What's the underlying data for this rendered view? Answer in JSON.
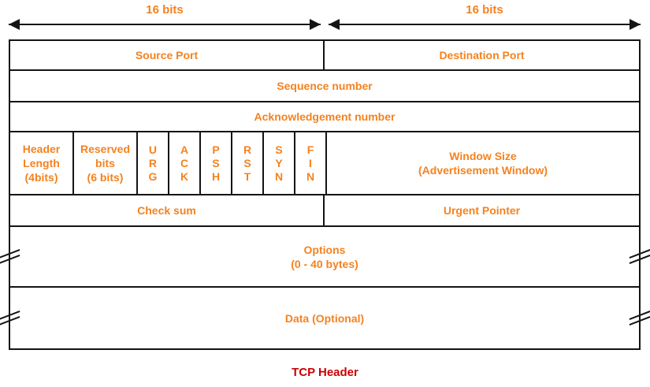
{
  "diagram_title": "TCP Header",
  "colors": {
    "label_orange": "#F5821F",
    "title_red": "#CC0000",
    "line_black": "#141414"
  },
  "bit_rulers": {
    "left_label": "16 bits",
    "right_label": "16 bits"
  },
  "header_fields": {
    "source_port": "Source Port",
    "destination_port": "Destination Port",
    "sequence_number": "Sequence number",
    "acknowledgement_number": "Acknowledgement number",
    "header_length": "Header\nLength\n(4bits)",
    "reserved_bits": "Reserved\nbits\n(6 bits)",
    "flags": [
      "URG",
      "ACK",
      "PSH",
      "RST",
      "SYN",
      "FIN"
    ],
    "window_size": "Window Size\n(Advertisement Window)",
    "checksum": "Check sum",
    "urgent_pointer": "Urgent Pointer",
    "options": "Options\n(0 - 40 bytes)",
    "data": "Data (Optional)"
  }
}
